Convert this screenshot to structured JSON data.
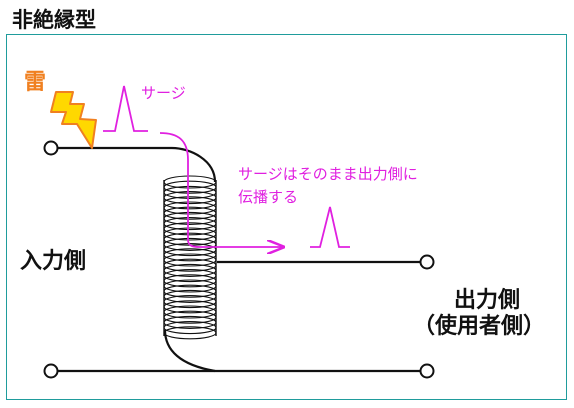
{
  "title": "非絶縁型",
  "labels": {
    "lightning": "雷",
    "surge": "サージ",
    "propagation_line1": "サージはそのまま出力側に",
    "propagation_line2": "伝播する",
    "input_side": "入力側",
    "output_side_line1": "出力側",
    "output_side_line2": "（使用者側）"
  },
  "colors": {
    "frame": "#1f9c9c",
    "wire": "#111111",
    "surge_path": "#e020e0",
    "lightning_fill": "#ffd800",
    "lightning_stroke": "#f08020",
    "lightning_text": "#f08020"
  },
  "icons": {
    "lightning": "lightning-bolt-icon",
    "terminal": "terminal-circle-icon",
    "coil": "coil-winding-icon"
  }
}
